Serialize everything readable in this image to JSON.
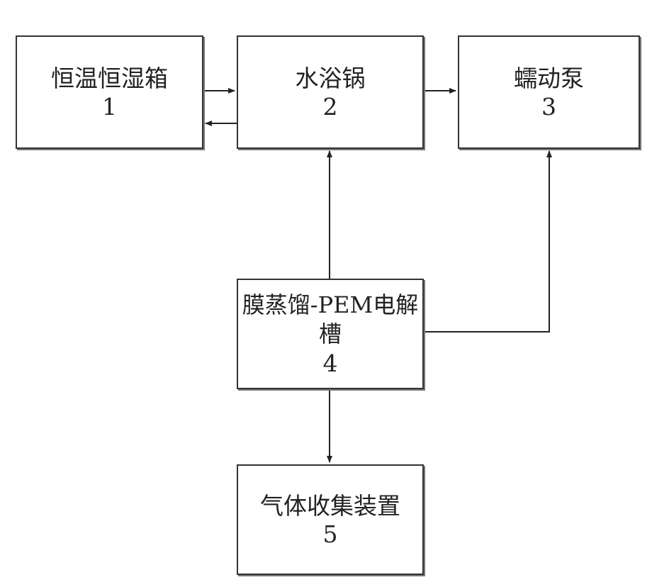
{
  "boxes": {
    "b1": {
      "label": "恒温恒湿箱",
      "num": "1"
    },
    "b2": {
      "label": "水浴锅",
      "num": "2"
    },
    "b3": {
      "label": "蠕动泵",
      "num": "3"
    },
    "b4": {
      "label": "膜蒸馏-PEM电解槽",
      "num": "4"
    },
    "b5": {
      "label": "气体收集装置",
      "num": "5"
    }
  }
}
